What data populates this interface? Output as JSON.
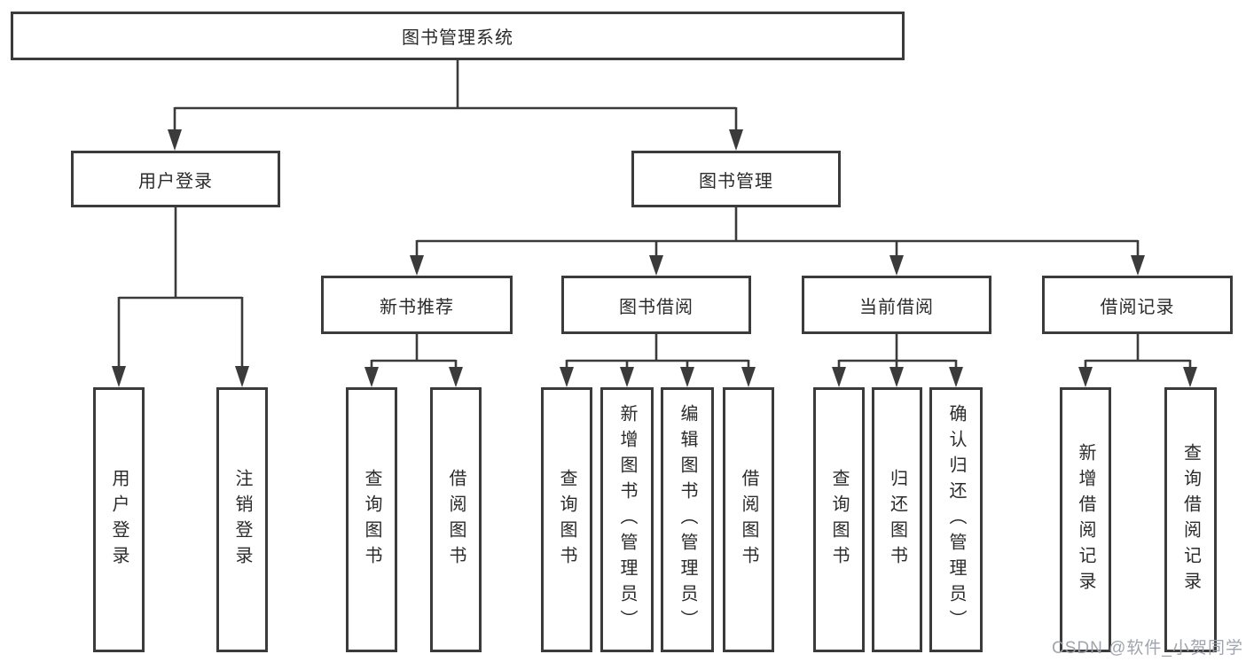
{
  "nodes": {
    "root": "图书管理系统",
    "user_login": "用户登录",
    "book_mgmt": "图书管理",
    "new_book": "新书推荐",
    "book_borrow": "图书借阅",
    "current_borrow": "当前借阅",
    "borrow_record": "借阅记录",
    "leaves": {
      "user_login": [
        "用户登录",
        "注销登录"
      ],
      "new_book": [
        "查询图书",
        "借阅图书"
      ],
      "book_borrow": [
        "查询图书",
        "新增图书（管理员）",
        "编辑图书（管理员）",
        "借阅图书"
      ],
      "current_borrow": [
        "查询图书",
        "归还图书",
        "确认归还（管理员）"
      ],
      "borrow_record": [
        "新增借阅记录",
        "查询借阅记录"
      ]
    }
  },
  "watermark": "CSDN @软件_小贺同学",
  "colors": {
    "line": "#3b3b3b",
    "box_border": "#3b3b3b",
    "text": "#2b2b2b",
    "watermark": "#9aa0aa",
    "background": "#ffffff"
  }
}
